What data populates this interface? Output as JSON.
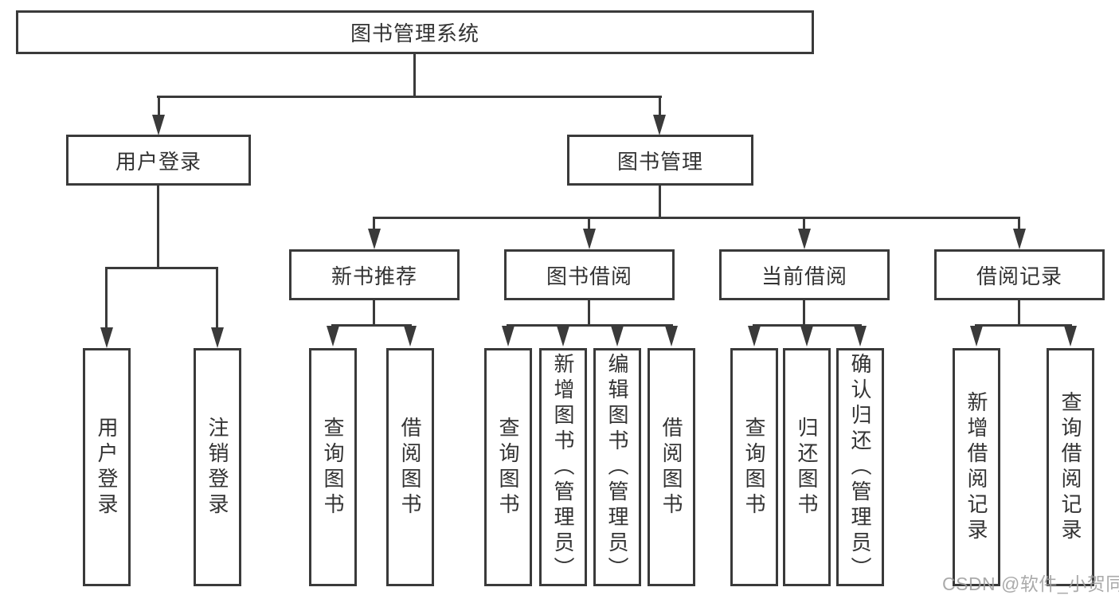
{
  "diagram": {
    "root": "图书管理系统",
    "level2": [
      "用户登录",
      "图书管理"
    ],
    "level3": [
      "新书推荐",
      "图书借阅",
      "当前借阅",
      "借阅记录"
    ],
    "leaves": [
      "用户登录",
      "注销登录",
      "查询图书",
      "借阅图书",
      "查询图书",
      "新增图书（管理员）",
      "编辑图书（管理员）",
      "借阅图书",
      "查询图书",
      "归还图书",
      "确认归还（管理员）",
      "新增借阅记录",
      "查询借阅记录"
    ]
  },
  "colors": {
    "line": "#3a3a3a",
    "text": "#333333",
    "background": "#ffffff",
    "watermark": "#9e9e9e"
  },
  "watermark": "CSDN @软件_小贺同学"
}
